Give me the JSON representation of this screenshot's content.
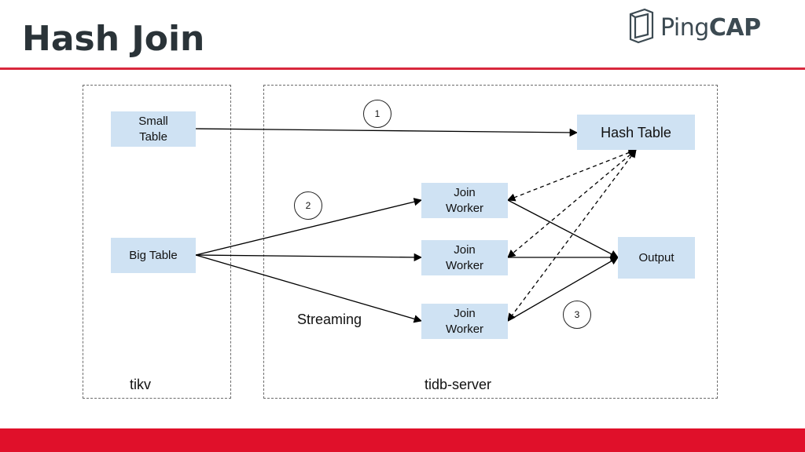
{
  "slide": {
    "title": "Hash Join",
    "logo_text_plain": "Ping",
    "logo_text_bold": "CAP",
    "accent_color": "#d8283c",
    "footer_color": "#e0102a"
  },
  "diagram": {
    "regions": {
      "tikv_label": "tikv",
      "tidb_label": "tidb-server"
    },
    "nodes": {
      "small_table": "Small\nTable",
      "big_table": "Big Table",
      "hash_table": "Hash Table",
      "join_worker_1": "Join\nWorker",
      "join_worker_2": "Join\nWorker",
      "join_worker_3": "Join\nWorker",
      "output": "Output"
    },
    "steps": [
      "1",
      "2",
      "3"
    ],
    "annotation": "Streaming",
    "node_fill": "#cfe2f3"
  }
}
